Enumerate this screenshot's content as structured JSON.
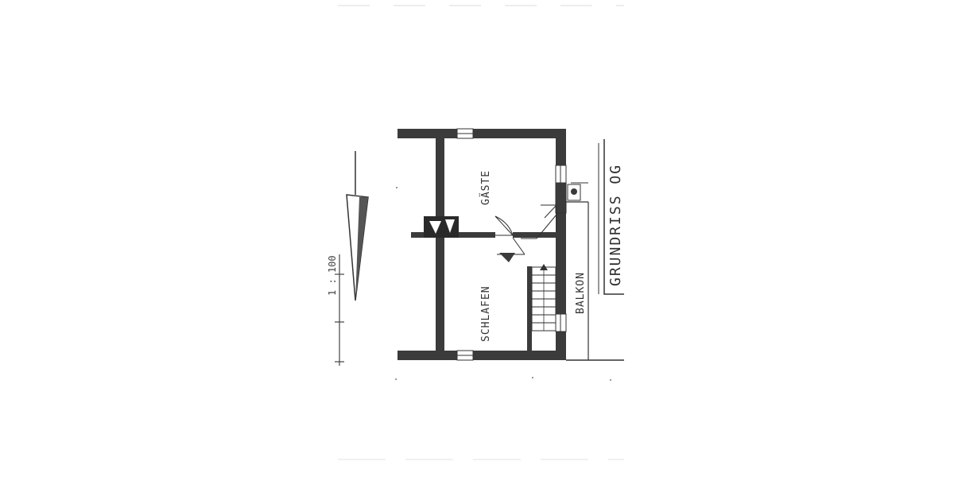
{
  "drawing": {
    "title": "GRUNDRISS OG",
    "rooms": {
      "guest": "GÄSTE",
      "bedroom": "SCHLAFEN",
      "balcony": "BALKON"
    },
    "scale_text": "1 : 100",
    "colors": {
      "wall": "#3b3b3b",
      "paper": "#ffffff",
      "ink": "#2e2e2e"
    }
  }
}
